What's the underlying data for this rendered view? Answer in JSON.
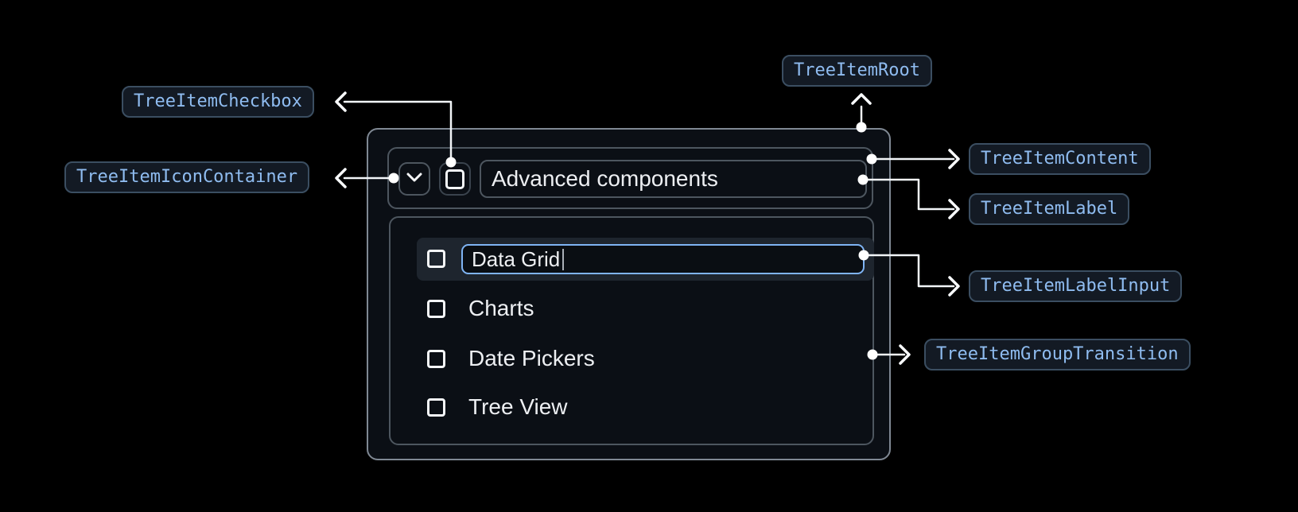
{
  "anatomy_badges": {
    "tree_item_root": "TreeItemRoot",
    "tree_item_checkbox": "TreeItemCheckbox",
    "tree_item_icon_container": "TreeItemIconContainer",
    "tree_item_content": "TreeItemContent",
    "tree_item_label": "TreeItemLabel",
    "tree_item_label_input": "TreeItemLabelInput",
    "tree_item_group_transition": "TreeItemGroupTransition"
  },
  "tree": {
    "parent_item": {
      "label": "Advanced components",
      "expanded": true,
      "checked": false
    },
    "label_input": {
      "value": "Data Grid",
      "caret_visible": true,
      "checked": false
    },
    "children": [
      {
        "label": "Charts",
        "checked": false
      },
      {
        "label": "Date Pickers",
        "checked": false
      },
      {
        "label": "Tree View",
        "checked": false
      }
    ]
  },
  "icons": {
    "expand_icon": "chevron-down",
    "checkbox_icon": "square-outline"
  },
  "colors": {
    "page_background": "#000000",
    "card_background": "#0b0f15",
    "card_border": "#7f8893",
    "inner_border": "#4d565f",
    "badge_background": "#131a24",
    "badge_border": "#3b4e61",
    "badge_text": "#8fbcf0",
    "connector": "#f2f5f8",
    "text_primary": "#edeff2",
    "input_focus_border": "#7fb4f4",
    "edited_row_background": "#1e252e"
  }
}
